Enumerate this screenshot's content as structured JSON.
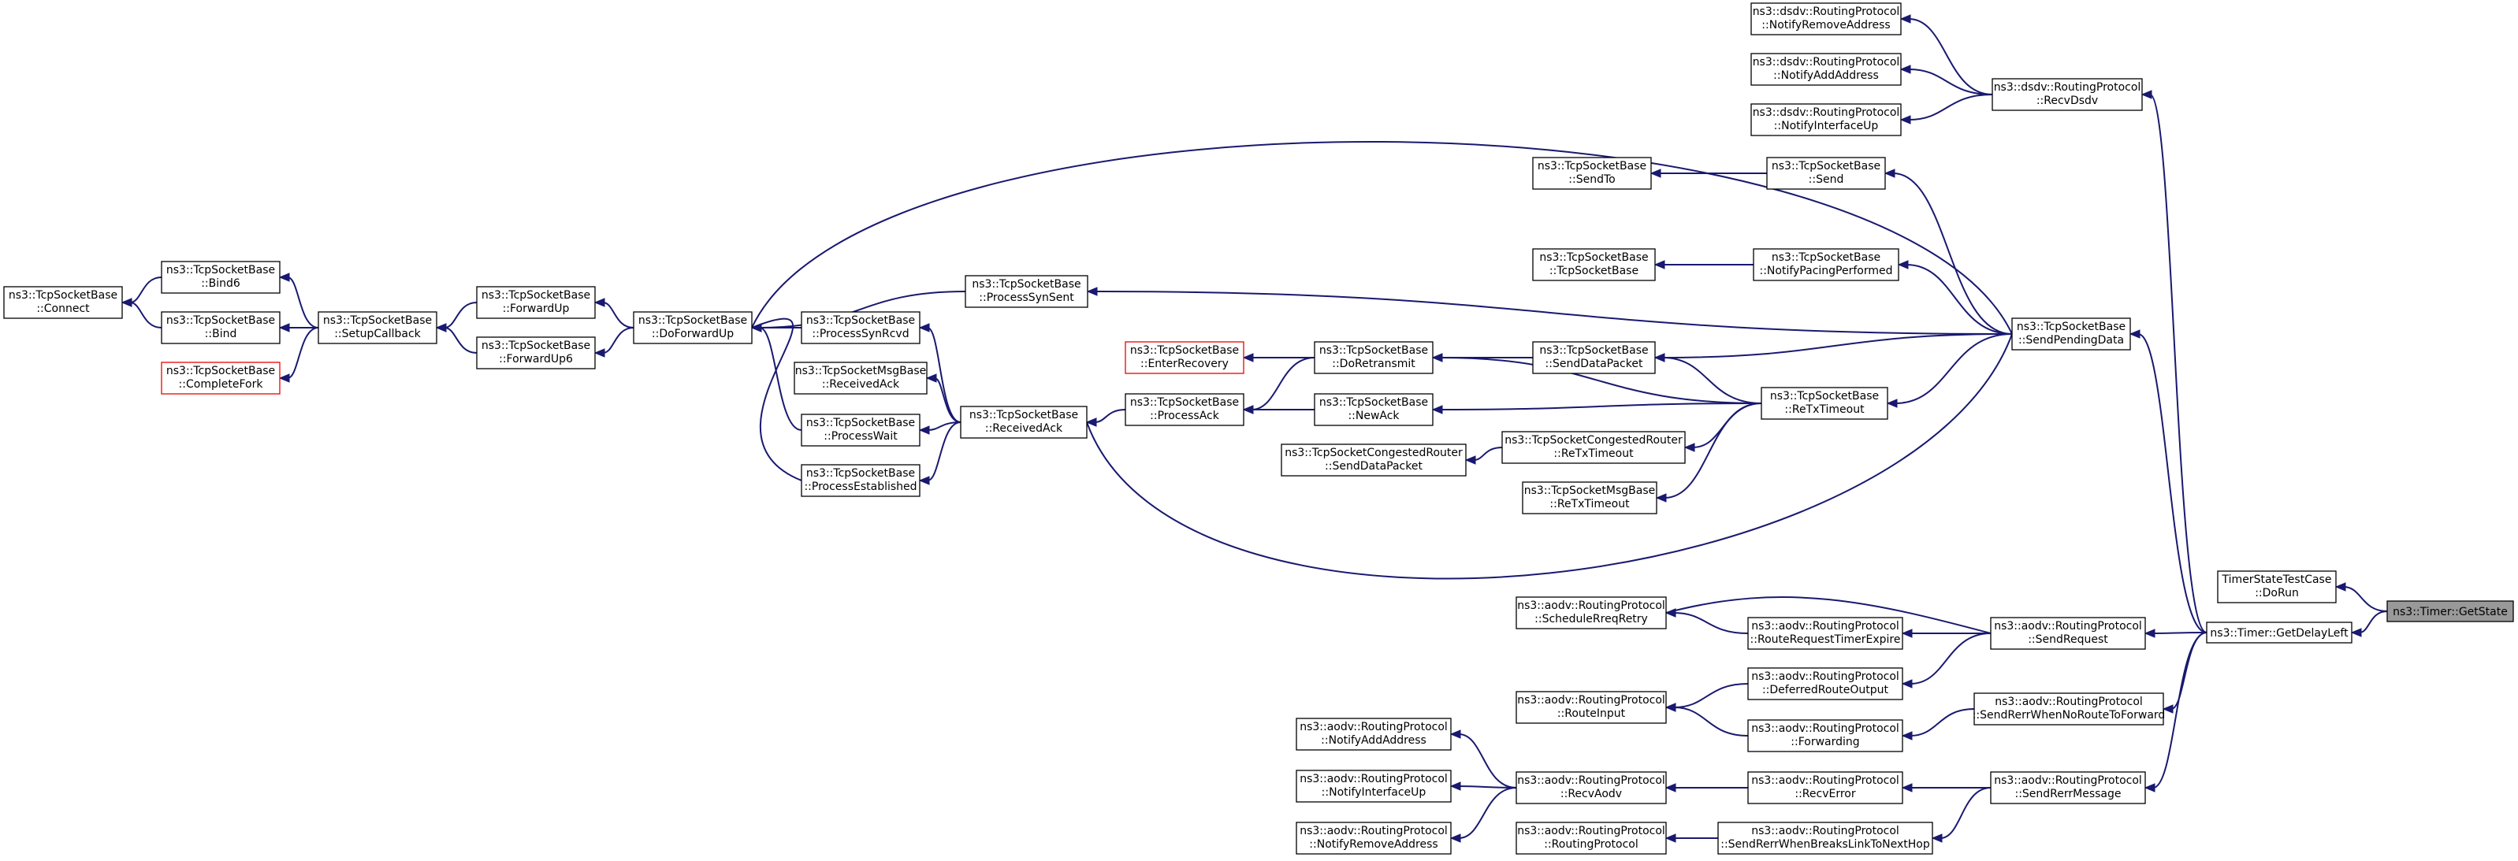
{
  "nodes": {
    "connect": [
      "ns3::TcpSocketBase",
      "::Connect"
    ],
    "bind6": [
      "ns3::TcpSocketBase",
      "::Bind6"
    ],
    "bind": [
      "ns3::TcpSocketBase",
      "::Bind"
    ],
    "completefork": [
      "ns3::TcpSocketBase",
      "::CompleteFork"
    ],
    "setupcallback": [
      "ns3::TcpSocketBase",
      "::SetupCallback"
    ],
    "forwardup": [
      "ns3::TcpSocketBase",
      "::ForwardUp"
    ],
    "forwardup6": [
      "ns3::TcpSocketBase",
      "::ForwardUp6"
    ],
    "doforwardup": [
      "ns3::TcpSocketBase",
      "::DoForwardUp"
    ],
    "processsynrcvd": [
      "ns3::TcpSocketBase",
      "::ProcessSynRcvd"
    ],
    "msgreceivedack": [
      "ns3::TcpSocketMsgBase",
      "::ReceivedAck"
    ],
    "processwait": [
      "ns3::TcpSocketBase",
      "::ProcessWait"
    ],
    "processestablished": [
      "ns3::TcpSocketBase",
      "::ProcessEstablished"
    ],
    "processsynsent": [
      "ns3::TcpSocketBase",
      "::ProcessSynSent"
    ],
    "receivedack": [
      "ns3::TcpSocketBase",
      "::ReceivedAck"
    ],
    "enterrecovery": [
      "ns3::TcpSocketBase",
      "::EnterRecovery"
    ],
    "doretransmit": [
      "ns3::TcpSocketBase",
      "::DoRetransmit"
    ],
    "processack": [
      "ns3::TcpSocketBase",
      "::ProcessAck"
    ],
    "newack": [
      "ns3::TcpSocketBase",
      "::NewAck"
    ],
    "congsenddatapacket": [
      "ns3::TcpSocketCongestedRouter",
      "::SendDataPacket"
    ],
    "congretxtimeout": [
      "ns3::TcpSocketCongestedRouter",
      "::ReTxTimeout"
    ],
    "msgretxtimeout": [
      "ns3::TcpSocketMsgBase",
      "::ReTxTimeout"
    ],
    "senddatapacket": [
      "ns3::TcpSocketBase",
      "::SendDataPacket"
    ],
    "tcpsocketbase": [
      "ns3::TcpSocketBase",
      "::TcpSocketBase"
    ],
    "sendto": [
      "ns3::TcpSocketBase",
      "::SendTo"
    ],
    "send": [
      "ns3::TcpSocketBase",
      "::Send"
    ],
    "notifypacing": [
      "ns3::TcpSocketBase",
      "::NotifyPacingPerformed"
    ],
    "retxtimeout": [
      "ns3::TcpSocketBase",
      "::ReTxTimeout"
    ],
    "sendpendingdata": [
      "ns3::TcpSocketBase",
      "::SendPendingData"
    ],
    "dsdvnotifyremove": [
      "ns3::dsdv::RoutingProtocol",
      "::NotifyRemoveAddress"
    ],
    "dsdvnotifyadd": [
      "ns3::dsdv::RoutingProtocol",
      "::NotifyAddAddress"
    ],
    "dsdvnotifyif": [
      "ns3::dsdv::RoutingProtocol",
      "::NotifyInterfaceUp"
    ],
    "recvdsdv": [
      "ns3::dsdv::RoutingProtocol",
      "::RecvDsdv"
    ],
    "schedulerreq": [
      "ns3::aodv::RoutingProtocol",
      "::ScheduleRreqRetry"
    ],
    "routerequesttimer": [
      "ns3::aodv::RoutingProtocol",
      "::RouteRequestTimerExpire"
    ],
    "deferredroute": [
      "ns3::aodv::RoutingProtocol",
      "::DeferredRouteOutput"
    ],
    "routeinput": [
      "ns3::aodv::RoutingProtocol",
      "::RouteInput"
    ],
    "forwarding": [
      "ns3::aodv::RoutingProtocol",
      "::Forwarding"
    ],
    "aodvnotifyadd": [
      "ns3::aodv::RoutingProtocol",
      "::NotifyAddAddress"
    ],
    "aodvnotifyif": [
      "ns3::aodv::RoutingProtocol",
      "::NotifyInterfaceUp"
    ],
    "aodvnotifyremove": [
      "ns3::aodv::RoutingProtocol",
      "::NotifyRemoveAddress"
    ],
    "recvaodv": [
      "ns3::aodv::RoutingProtocol",
      "::RecvAodv"
    ],
    "aodvroutingprotocol": [
      "ns3::aodv::RoutingProtocol",
      "::RoutingProtocol"
    ],
    "recverror": [
      "ns3::aodv::RoutingProtocol",
      "::RecvError"
    ],
    "sendrerrbreaks": [
      "ns3::aodv::RoutingProtocol",
      "::SendRerrWhenBreaksLinkToNextHop"
    ],
    "sendrequest": [
      "ns3::aodv::RoutingProtocol",
      "::SendRequest"
    ],
    "sendrerrnoroute": [
      "ns3::aodv::RoutingProtocol",
      "::SendRerrWhenNoRouteToForward"
    ],
    "sendrerrmessage": [
      "ns3::aodv::RoutingProtocol",
      "::SendRerrMessage"
    ],
    "timerstatetest": [
      "TimerStateTestCase",
      "::DoRun"
    ],
    "getdelayleft": [
      "ns3::Timer::GetDelayLeft"
    ],
    "getstate": [
      "ns3::Timer::GetState"
    ]
  },
  "colors": {
    "edge": "#191970",
    "highlight_fill": "#999999",
    "red_border": "#ff0000"
  }
}
